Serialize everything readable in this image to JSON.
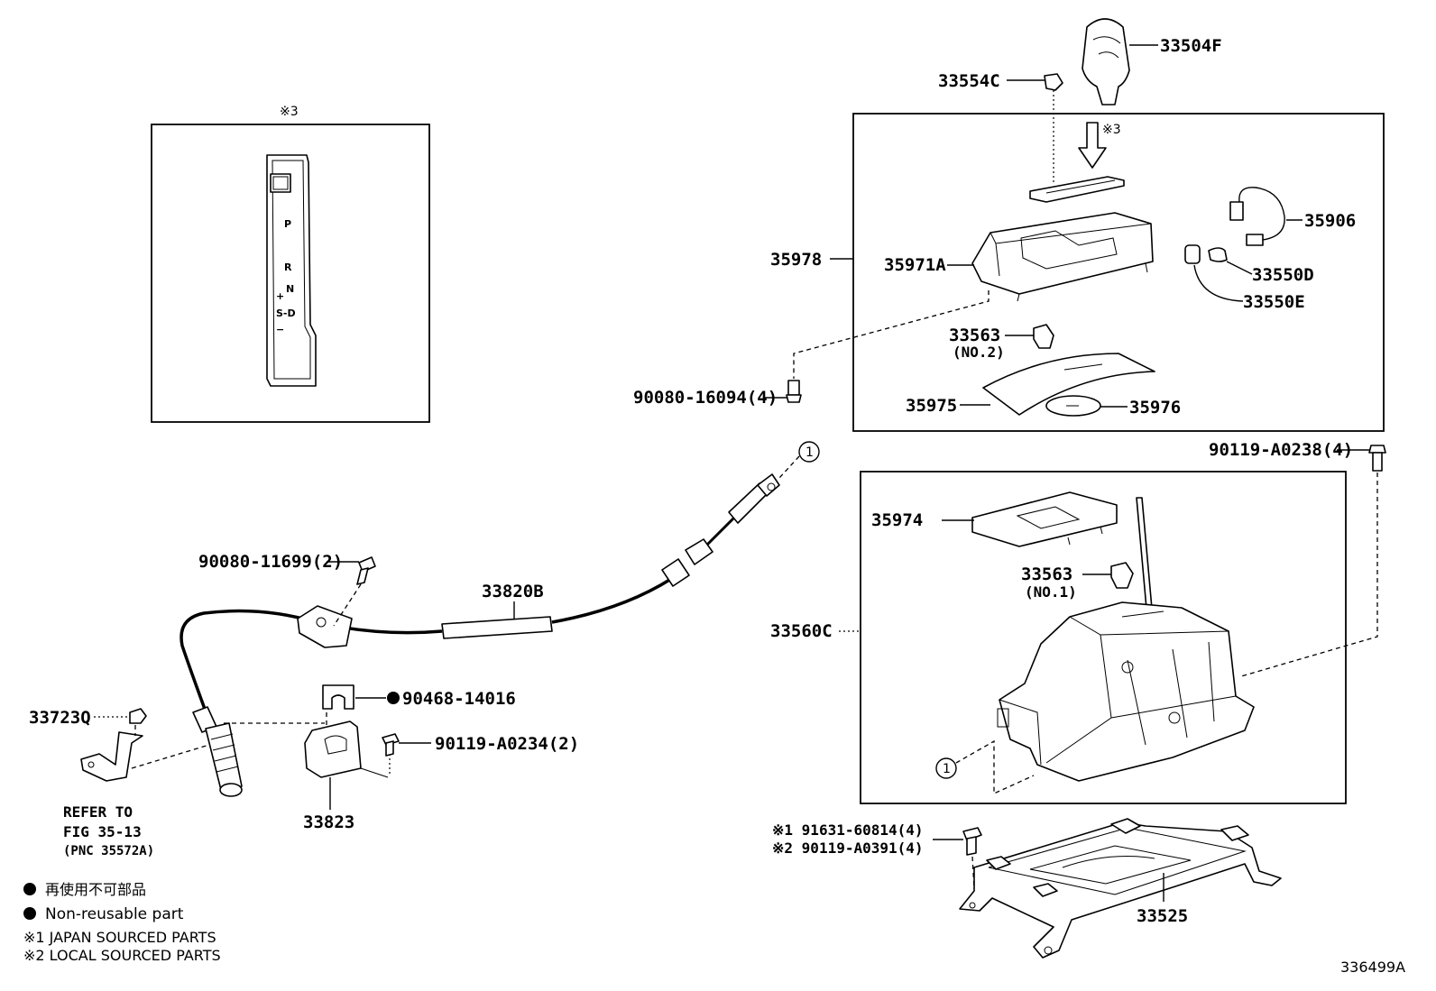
{
  "figure_id": "336499A",
  "inset": {
    "mark": "※3",
    "gears": [
      "P",
      "R",
      "N",
      "+",
      "S-D",
      "−"
    ]
  },
  "arrow_mark": "※3",
  "callout": "1",
  "parts": {
    "p33504F": "33504F",
    "p33554C": "33554C",
    "p35906": "35906",
    "p35978": "35978",
    "p35971A": "35971A",
    "p33550D": "33550D",
    "p33550E": "33550E",
    "p33563_top": "33563",
    "p33563_top_sub": "(NO.2)",
    "p90080_16094": "90080-16094(4)",
    "p35975": "35975",
    "p35976": "35976",
    "p90119_A0238": "90119-A0238(4)",
    "p35974": "35974",
    "p33563_mid": "33563",
    "p33563_mid_sub": "(NO.1)",
    "p33560C": "33560C",
    "p90080_11699": "90080-11699(2)",
    "p33820B": "33820B",
    "p90468_14016": "90468-14016",
    "p33723Q": "33723Q",
    "p90119_A0234": "90119-A0234(2)",
    "p33823": "33823",
    "p91631_60814": "※1 91631-60814(4)",
    "p90119_A0391": "※2 90119-A0391(4)",
    "p33525": "33525"
  },
  "refer": {
    "line1": "REFER TO",
    "line2": "FIG 35-13",
    "line3": "(PNC 35572A)"
  },
  "legend": {
    "jp": "再使用不可部品",
    "en": "Non-reusable part",
    "note1": "※1 JAPAN SOURCED PARTS",
    "note2": "※2 LOCAL SOURCED PARTS"
  }
}
